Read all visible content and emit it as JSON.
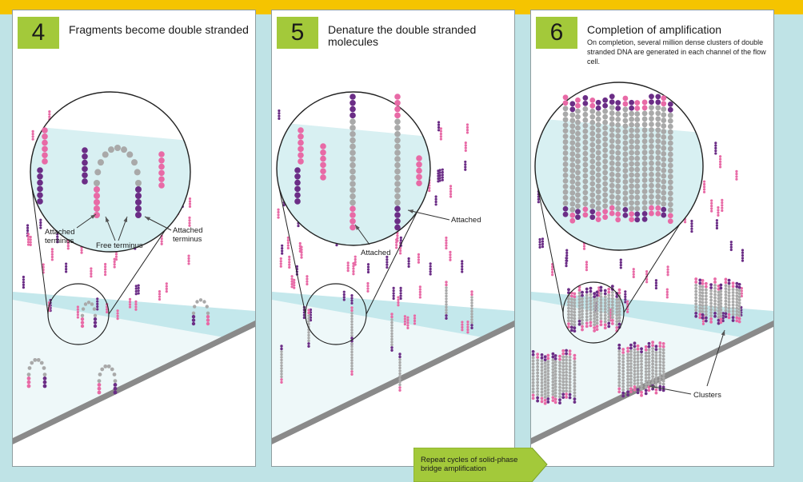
{
  "colors": {
    "background": "#bfe3e6",
    "top_band": "#f5c400",
    "badge": "#a3c93a",
    "strand_pink": "#e86aa6",
    "strand_purple": "#6b2d86",
    "strand_gray": "#a9a9a9",
    "flow_cell": "#a8dde3"
  },
  "panels": [
    {
      "number": "4",
      "title": "Fragments become double stranded",
      "description": "",
      "labels": {
        "attached_left": "Attached terminus",
        "free": "Free terminus",
        "attached_right": "Attached terminus"
      }
    },
    {
      "number": "5",
      "title": "Denature the double stranded molecules",
      "description": "",
      "labels": {
        "attached_right": "Attached",
        "attached_bottom": "Attached"
      }
    },
    {
      "number": "6",
      "title": "Completion of amplification",
      "description": "On completion, several million dense clusters of double stranded DNA are generated in each channel of the flow cell.",
      "labels": {
        "clusters": "Clusters"
      }
    }
  ],
  "banner": {
    "text": "Repeat cycles of solid-phase bridge amplification"
  }
}
